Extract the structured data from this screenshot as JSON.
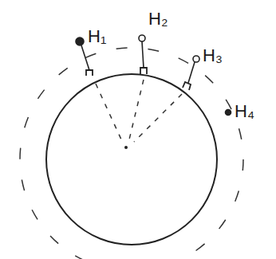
{
  "diagram": {
    "labels": [
      "H₁",
      "H₂",
      "H₃",
      "H₄"
    ]
  }
}
